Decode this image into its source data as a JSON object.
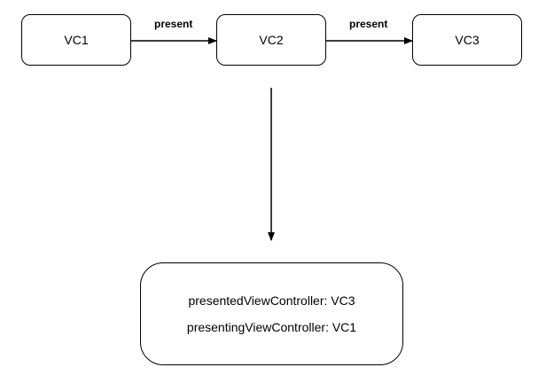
{
  "nodes": {
    "vc1": "VC1",
    "vc2": "VC2",
    "vc3": "VC3"
  },
  "edges": {
    "vc1_to_vc2": "present",
    "vc2_to_vc3": "present"
  },
  "info_box": {
    "presented_line": "presentedViewController: VC3",
    "presenting_line": "presentingViewController: VC1"
  },
  "colors": {
    "stroke": "#000000",
    "background": "#ffffff"
  }
}
